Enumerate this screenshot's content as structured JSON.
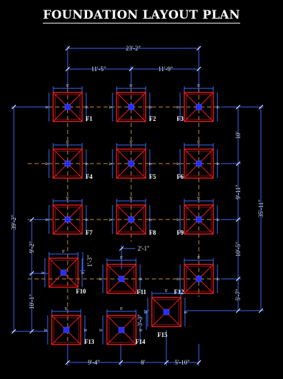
{
  "title": "FOUNDATION LAYOUT PLAN",
  "colors": {
    "background": "#000000",
    "footing_outline": "#ff2020",
    "pedestal_fill": "#2a2aff",
    "cad_blue": "#3b6cff",
    "grid_line": "#c89632",
    "text": "#ffffff"
  },
  "footing_inner_dim": "5'",
  "dimensions": {
    "top_overall": "23'-2\"",
    "top_left": "11'-5\"",
    "top_right": "11'-9\"",
    "left_overall": "39'-2\"",
    "left_upper": "9'-2\"",
    "left_lower": "10'-1\"",
    "offset_f10": "1'-3\"",
    "offset_f11": "2'-1\"",
    "offset_f14": "3'-3\"",
    "right_overall": "35'-11\"",
    "right_1": "10'",
    "right_2": "9'-11\"",
    "right_3": "10'-5\"",
    "right_4": "5'-7\"",
    "bottom_1": "9'-4\"",
    "bottom_2": "8'",
    "bottom_3": "5'-10\""
  },
  "footings": [
    {
      "label": "F1"
    },
    {
      "label": "F2"
    },
    {
      "label": "F3"
    },
    {
      "label": "F4"
    },
    {
      "label": "F5"
    },
    {
      "label": "F6"
    },
    {
      "label": "F7"
    },
    {
      "label": "F8"
    },
    {
      "label": "F9"
    },
    {
      "label": "F10"
    },
    {
      "label": "F11"
    },
    {
      "label": "F12"
    },
    {
      "label": "F13"
    },
    {
      "label": "F14"
    },
    {
      "label": "F15"
    }
  ]
}
